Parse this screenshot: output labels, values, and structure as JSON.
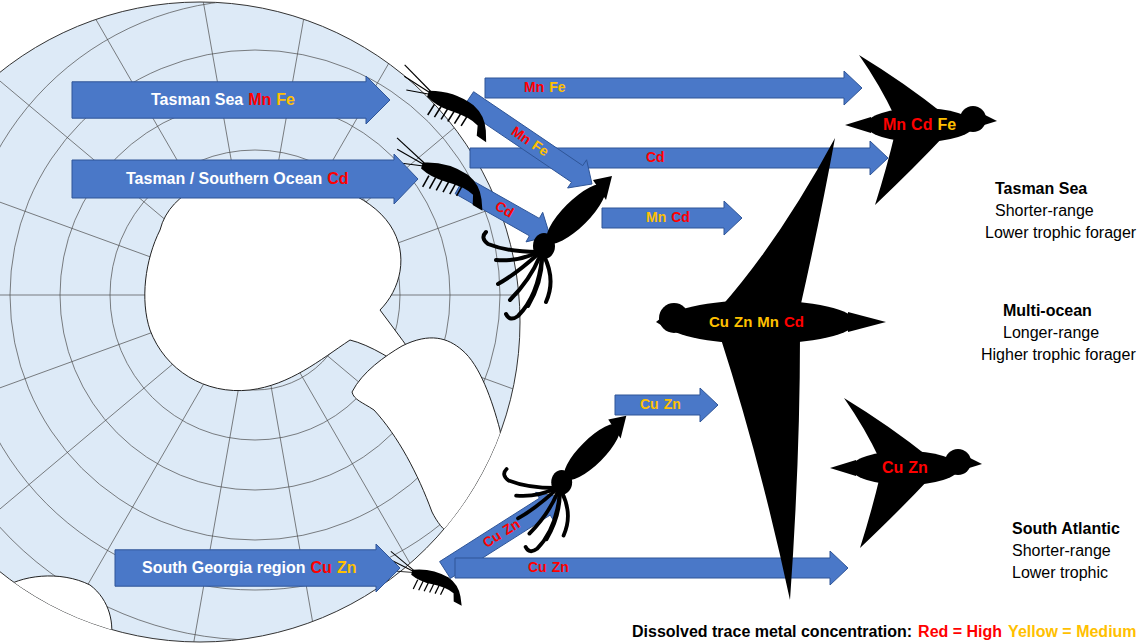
{
  "diagram": {
    "nodes": [
      {
        "text": [
          "Tasman Sea",
          "Mn",
          "Fe"
        ]
      },
      {
        "text": [
          "Tasman / Southern Ocean",
          "Cd"
        ]
      },
      {
        "text": [
          "Mn",
          "Cd",
          "Fe",
          "Tasman Sea",
          "Shorter-range",
          "Lower trophic forager"
        ]
      },
      {
        "text": [
          "Cu",
          "Zn",
          "Mn",
          "Cd",
          "Multi-ocean",
          "Longer-range",
          "Higher trophic forager"
        ]
      },
      {
        "text": [
          "Cu",
          "Zn",
          "South Atlantic",
          "Shorter-range",
          "Lower trophic"
        ]
      },
      {
        "text": [
          "South Georgia region",
          "Cu",
          "Zn"
        ]
      }
    ],
    "labels": [
      "Mn",
      "Fe",
      "Mn",
      "Fe",
      "Cd",
      "Cd",
      "Mn",
      "Cd",
      "Cu",
      "Zn",
      "Cu",
      "Zn",
      "Cu",
      "Zn",
      "Dissolved trace metal concentration:"
    ],
    "legend": [
      {
        "text": "Red = High",
        "color": "#ff0000"
      },
      {
        "text": "Yellow = Medium",
        "color": "#ffc000"
      }
    ]
  }
}
